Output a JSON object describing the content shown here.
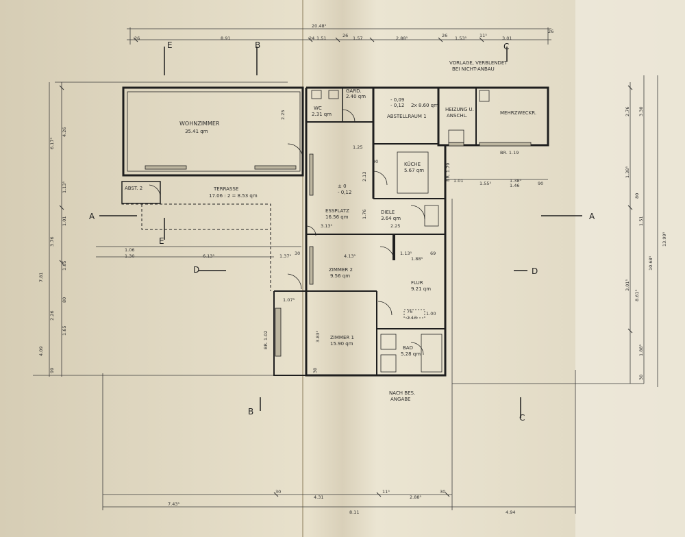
{
  "rooms": {
    "wohnzimmer": {
      "name": "WOHNZIMMER",
      "area": "35.41 qm"
    },
    "terrasse": {
      "name": "TERRASSE",
      "area": "17.06 : 2 = 8.53 qm"
    },
    "abst2": {
      "name": "ABST. 2"
    },
    "wc": {
      "name": "WC",
      "area": "2.31 qm"
    },
    "gard": {
      "name": "GARD.",
      "area": "2.40 qm"
    },
    "abstellraum": {
      "name": "ABSTELLRAUM 1",
      "level1": "- 0,09",
      "level2": "- 0,12",
      "area": "2x 8.60 qm"
    },
    "heizung": {
      "line1": "HEIZUNG U.",
      "line2": "ANSCHL."
    },
    "mehrzweck": {
      "name": "MEHRZWECKR."
    },
    "kueche": {
      "name": "KÜCHE",
      "area": "5.67 qm"
    },
    "essplatz": {
      "name": "ESSPLATZ",
      "area": "16.56 qm"
    },
    "diele": {
      "name": "DIELE",
      "area": "3.64 qm"
    },
    "zimmer2": {
      "name": "ZIMMER 2",
      "area": "9.56 qm"
    },
    "flur": {
      "name": "FLUR",
      "area": "9.21 qm"
    },
    "zimmer1": {
      "name": "ZIMMER 1",
      "area": "15.90 qm"
    },
    "bad": {
      "name": "BAD",
      "area": "5.28 qm"
    }
  },
  "levels": {
    "zero": "± 0",
    "minus": "- 0,12"
  },
  "notes": {
    "vorlage_1": "VORLAGE, VERBLENDET",
    "vorlage_2": "BEI NICHT-ANBAU",
    "nach_1": "NACH BES.",
    "nach_2": "ANGABE"
  },
  "sections": {
    "a_left": "A",
    "a_right": "A",
    "b_top": "B",
    "b_bottom": "B",
    "c_top": "C",
    "c_bottom": "C",
    "d_left": "D",
    "d_right": "D",
    "e_top": "E",
    "e_bottom": "E"
  },
  "dimensions": {
    "top_total": "20.48⁵",
    "top_row": [
      "26",
      "8.91",
      "24",
      "1.51",
      "26",
      "1.57",
      "2.88⁵",
      "26",
      "1.53⁵",
      "11⁵",
      "3.01",
      "26"
    ],
    "upper_inner": [
      "4.13⁵",
      "1.37⁵",
      "30",
      "6.13⁵",
      "1.06",
      "1.30",
      "1.07⁵"
    ],
    "bottom_row": [
      "30",
      "4.31",
      "11⁵",
      "2.88⁵",
      "30"
    ],
    "bottom_total": [
      "7.43⁵",
      "8.11",
      "4.94"
    ],
    "left_outer": [
      "6.17⁵",
      "7.81",
      "4.09"
    ],
    "left_inner": [
      "4.26",
      "1.13⁵",
      "1.01",
      "3.76",
      "1.65",
      "80",
      "2.26",
      "1.65",
      "99"
    ],
    "right_outer": [
      "13.99⁵",
      "10.68⁵",
      "8.61⁵"
    ],
    "right_inner": [
      "3.30",
      "2.76",
      "1.38⁵",
      "1.51",
      "3.01⁵",
      "1.88⁵",
      "30"
    ],
    "kitchen_row": [
      "1.01",
      "1.55⁵",
      "1.38⁵",
      "1.46",
      "90"
    ],
    "misc": [
      "2.25",
      "3.13⁵",
      "2.25",
      "1.88⁵",
      "69",
      "1.13⁵",
      "76",
      "2.13",
      "1.00",
      "BR. 1.19",
      "BR. 1.79",
      "BR. 1.02",
      "2.13",
      "1.76",
      "1.25",
      "3.83⁵",
      "30",
      "80",
      "90"
    ]
  }
}
